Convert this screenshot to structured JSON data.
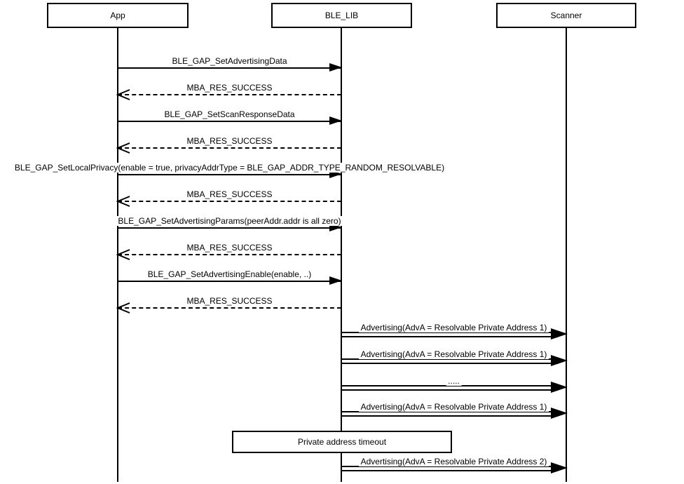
{
  "diagram_type": "sequence-diagram",
  "colors": {
    "stroke": "#000000",
    "background": "#ffffff"
  },
  "participants": [
    {
      "name": "App"
    },
    {
      "name": "BLE_LIB"
    },
    {
      "name": "Scanner"
    }
  ],
  "messages": [
    {
      "from": "App",
      "to": "BLE_LIB",
      "line": "solid",
      "type": "request",
      "label": "BLE_GAP_SetAdvertisingData"
    },
    {
      "from": "BLE_LIB",
      "to": "App",
      "line": "dashed",
      "type": "response",
      "label": "MBA_RES_SUCCESS"
    },
    {
      "from": "App",
      "to": "BLE_LIB",
      "line": "solid",
      "type": "request",
      "label": "BLE_GAP_SetScanResponseData"
    },
    {
      "from": "BLE_LIB",
      "to": "App",
      "line": "dashed",
      "type": "response",
      "label": "MBA_RES_SUCCESS"
    },
    {
      "from": "App",
      "to": "BLE_LIB",
      "line": "solid",
      "type": "request",
      "label": "BLE_GAP_SetLocalPrivacy(enable = true, privacyAddrType = BLE_GAP_ADDR_TYPE_RANDOM_RESOLVABLE)"
    },
    {
      "from": "BLE_LIB",
      "to": "App",
      "line": "dashed",
      "type": "response",
      "label": "MBA_RES_SUCCESS"
    },
    {
      "from": "App",
      "to": "BLE_LIB",
      "line": "solid",
      "type": "request",
      "label": "BLE_GAP_SetAdvertisingParams(peerAddr.addr is all zero)"
    },
    {
      "from": "BLE_LIB",
      "to": "App",
      "line": "dashed",
      "type": "response",
      "label": "MBA_RES_SUCCESS"
    },
    {
      "from": "App",
      "to": "BLE_LIB",
      "line": "solid",
      "type": "request",
      "label": "BLE_GAP_SetAdvertisingEnable(enable, ..)"
    },
    {
      "from": "BLE_LIB",
      "to": "App",
      "line": "dashed",
      "type": "response",
      "label": "MBA_RES_SUCCESS"
    },
    {
      "from": "BLE_LIB",
      "to": "Scanner",
      "line": "double",
      "type": "broadcast",
      "label": "Advertising(AdvA = Resolvable Private Address 1)"
    },
    {
      "from": "BLE_LIB",
      "to": "Scanner",
      "line": "double",
      "type": "broadcast",
      "label": "Advertising(AdvA = Resolvable Private Address 1)"
    },
    {
      "from": "BLE_LIB",
      "to": "Scanner",
      "line": "double",
      "type": "broadcast",
      "label": "....."
    },
    {
      "from": "BLE_LIB",
      "to": "Scanner",
      "line": "double",
      "type": "broadcast",
      "label": "Advertising(AdvA = Resolvable Private Address 1)"
    },
    {
      "from": "BLE_LIB",
      "to": "Scanner",
      "line": "double",
      "type": "broadcast",
      "label": "Advertising(AdvA = Resolvable Private Address 2)"
    }
  ],
  "note": {
    "label": "Private address timeout"
  }
}
